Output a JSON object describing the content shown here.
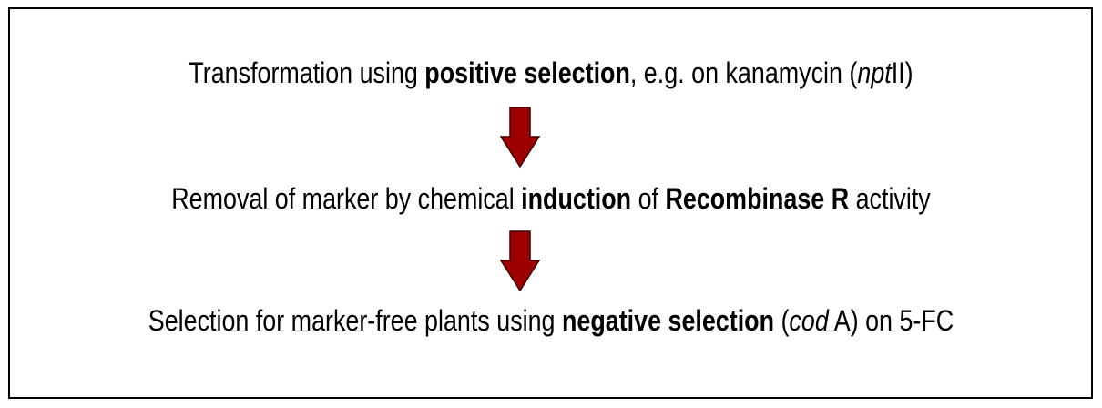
{
  "steps": [
    {
      "parts": [
        {
          "text": "Transformation using ",
          "style": "normal"
        },
        {
          "text": "positive selection",
          "style": "bold"
        },
        {
          "text": ", e.g. on kanamycin (",
          "style": "normal"
        },
        {
          "text": "npt",
          "style": "italic"
        },
        {
          "text": "II)",
          "style": "normal"
        }
      ]
    },
    {
      "parts": [
        {
          "text": "Removal of marker by chemical ",
          "style": "normal"
        },
        {
          "text": "induction",
          "style": "bold"
        },
        {
          "text": " of ",
          "style": "normal"
        },
        {
          "text": "Recombinase R",
          "style": "bold"
        },
        {
          "text": " activity",
          "style": "normal"
        }
      ]
    },
    {
      "parts": [
        {
          "text": "Selection for marker-free plants using ",
          "style": "normal"
        },
        {
          "text": "negative selection",
          "style": "bold"
        },
        {
          "text": " (",
          "style": "normal"
        },
        {
          "text": "cod",
          "style": "italic"
        },
        {
          "text": " A) on 5-FC",
          "style": "normal"
        }
      ]
    }
  ],
  "arrows": [
    {
      "fill": "#9e0000",
      "stroke": "#3a0000",
      "icon": "down-arrow-icon"
    },
    {
      "fill": "#9e0000",
      "stroke": "#3a0000",
      "icon": "down-arrow-icon"
    }
  ]
}
